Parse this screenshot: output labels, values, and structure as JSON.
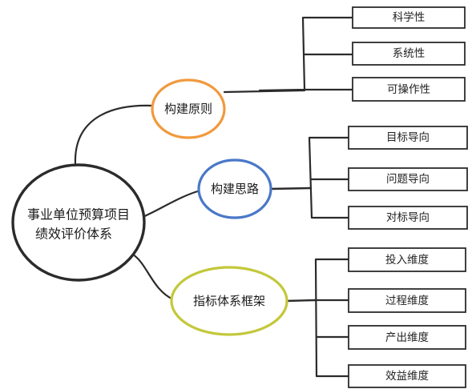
{
  "root": {
    "line1": "事业单位预算项目",
    "line2": "绩效评价体系"
  },
  "branches": [
    {
      "label": "构建原则",
      "color": "#f19a3e",
      "leaves": [
        "科学性",
        "系统性",
        "可操作性"
      ]
    },
    {
      "label": "构建思路",
      "color": "#4a78c8",
      "leaves": [
        "目标导向",
        "问题导向",
        "对标导向"
      ]
    },
    {
      "label": "指标体系框架",
      "color": "#c3c83a",
      "leaves": [
        "投入维度",
        "过程维度",
        "产出维度",
        "效益维度"
      ]
    }
  ]
}
